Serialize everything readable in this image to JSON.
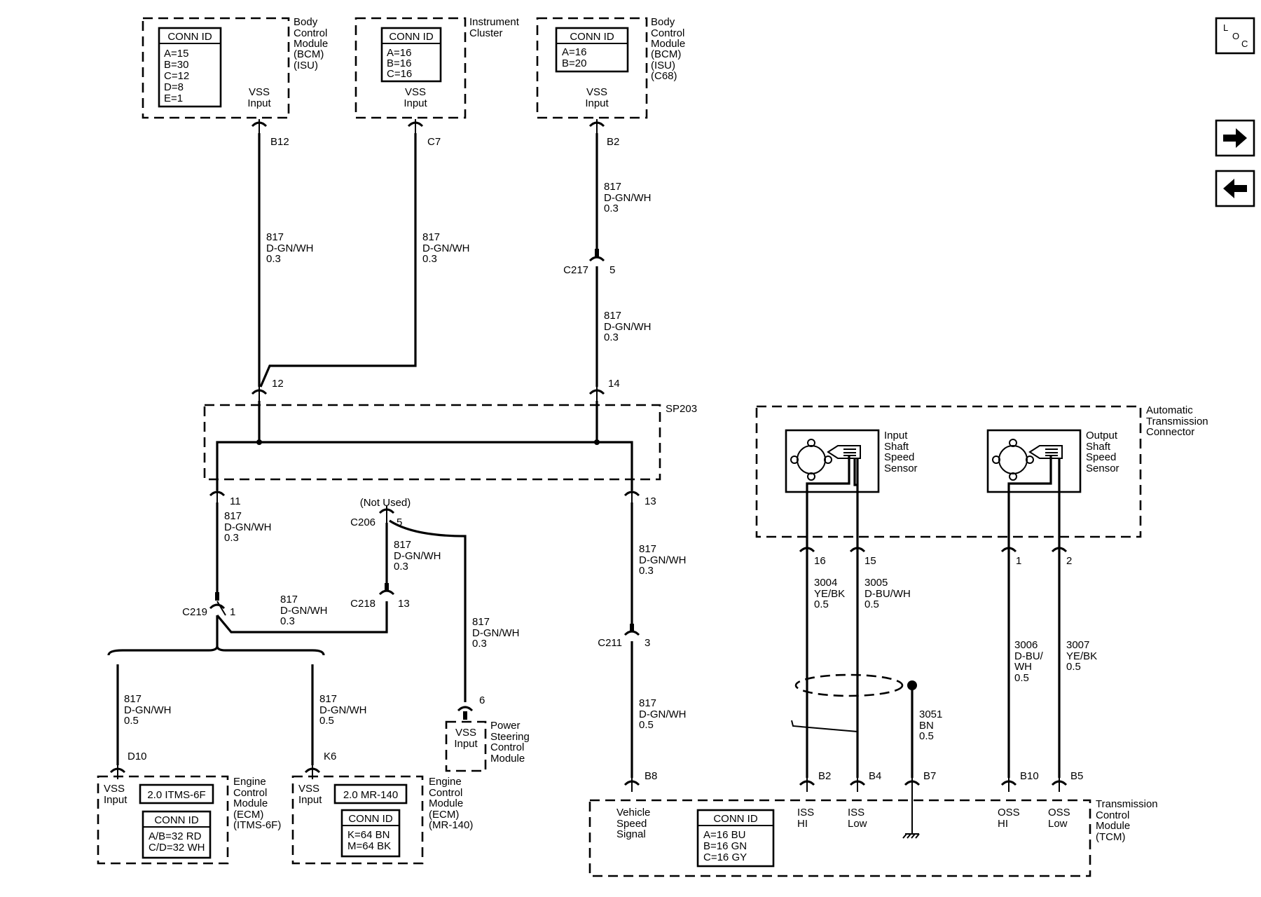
{
  "nav": {
    "loc": "LOC",
    "loc_l": "L",
    "loc_o": "O",
    "loc_c": "C",
    "forward": "→",
    "back": "←"
  },
  "modules": {
    "bcm_isu": {
      "name": [
        "Body",
        "Control",
        "Module",
        "(BCM)",
        "(ISU)"
      ],
      "conn_title": "CONN ID",
      "conn": [
        "A=15",
        "B=30",
        "C=12",
        "D=8",
        "E=1"
      ],
      "input": [
        "VSS",
        "Input"
      ],
      "pin": "B12"
    },
    "cluster": {
      "name": [
        "Instrument",
        "Cluster"
      ],
      "conn_title": "CONN ID",
      "conn": [
        "A=16",
        "B=16",
        "C=16"
      ],
      "input": [
        "VSS",
        "Input"
      ],
      "pin": "C7"
    },
    "bcm_c68": {
      "name": [
        "Body",
        "Control",
        "Module",
        "(BCM)",
        "(ISU)",
        "(C68)"
      ],
      "conn_title": "CONN ID",
      "conn": [
        "A=16",
        "B=20"
      ],
      "input": [
        "VSS",
        "Input"
      ],
      "pin": "B2"
    },
    "ecm_itms": {
      "name": [
        "Engine",
        "Control",
        "Module",
        "(ECM)",
        "(ITMS-6F)"
      ],
      "engine_label": "2.0 ITMS-6F",
      "conn_title": "CONN ID",
      "conn": [
        "A/B=32 RD",
        "C/D=32 WH"
      ],
      "input": [
        "VSS",
        "Input"
      ],
      "pin": "D10"
    },
    "ecm_mr": {
      "name": [
        "Engine",
        "Control",
        "Module",
        "(ECM)",
        "(MR-140)"
      ],
      "engine_label": "2.0 MR-140",
      "conn_title": "CONN ID",
      "conn": [
        "K=64 BN",
        "M=64 BK"
      ],
      "input": [
        "VSS",
        "Input"
      ],
      "pin": "K6"
    },
    "pscm": {
      "name": [
        "Power",
        "Steering",
        "Control",
        "Module"
      ],
      "input": [
        "VSS",
        "Input"
      ],
      "pin": "6"
    },
    "tcm": {
      "name": [
        "Transmission",
        "Control",
        "Module",
        "(TCM)"
      ],
      "conn_title": "CONN ID",
      "conn": [
        "A=16 BU",
        "B=16 GN",
        "C=16 GY"
      ]
    },
    "atc": {
      "name": [
        "Automatic",
        "Transmission",
        "Connector"
      ]
    }
  },
  "sensors": {
    "iss": {
      "name": [
        "Input",
        "Shaft",
        "Speed",
        "Sensor"
      ]
    },
    "oss": {
      "name": [
        "Output",
        "Shaft",
        "Speed",
        "Sensor"
      ]
    }
  },
  "splice": {
    "name": "SP203",
    "pins": {
      "p12": "12",
      "p14": "14",
      "p11": "11",
      "p13": "13"
    }
  },
  "connectors": {
    "c217": {
      "name": "C217",
      "pin": "5"
    },
    "c206": {
      "name": "C206",
      "pin": "5",
      "note": "(Not Used)"
    },
    "c218": {
      "name": "C218",
      "pin": "13"
    },
    "c219": {
      "name": "C219",
      "pin": "1"
    },
    "c211": {
      "name": "C211",
      "pin": "3"
    }
  },
  "wires": {
    "bcm_isu": [
      "817",
      "D-GN/WH",
      "0.3"
    ],
    "cluster": [
      "817",
      "D-GN/WH",
      "0.3"
    ],
    "bcm_c68": [
      "817",
      "D-GN/WH",
      "0.3"
    ],
    "c217_sp": [
      "817",
      "D-GN/WH",
      "0.3"
    ],
    "sp_c219": [
      "817",
      "D-GN/WH",
      "0.3"
    ],
    "c206_c218": [
      "817",
      "D-GN/WH",
      "0.3"
    ],
    "c219_c218": [
      "817",
      "D-GN/WH",
      "0.3"
    ],
    "c206_pscm": [
      "817",
      "D-GN/WH",
      "0.3"
    ],
    "sp_c211": [
      "817",
      "D-GN/WH",
      "0.3"
    ],
    "c211_tcm": [
      "817",
      "D-GN/WH",
      "0.5"
    ],
    "ecm_itms": [
      "817",
      "D-GN/WH",
      "0.5"
    ],
    "ecm_mr": [
      "817",
      "D-GN/WH",
      "0.5"
    ],
    "iss_hi": [
      "3004",
      "YE/BK",
      "0.5"
    ],
    "iss_low": [
      "3005",
      "D-BU/WH",
      "0.5"
    ],
    "oss_hi": [
      "3006",
      "D-BU/",
      "WH",
      "0.5"
    ],
    "oss_low": [
      "3007",
      "YE/BK",
      "0.5"
    ],
    "drain": [
      "3051",
      "BN",
      "0.5"
    ]
  },
  "tcm_pins": {
    "vss": {
      "pin": "B8",
      "label": [
        "Vehicle",
        "Speed",
        "Signal"
      ]
    },
    "iss_hi": {
      "pin": "B2",
      "label": [
        "ISS",
        "HI"
      ]
    },
    "iss_low": {
      "pin": "B4",
      "label": [
        "ISS",
        "Low"
      ]
    },
    "drain": {
      "pin": "B7"
    },
    "oss_hi": {
      "pin": "B10",
      "label": [
        "OSS",
        "HI"
      ]
    },
    "oss_low": {
      "pin": "B5",
      "label": [
        "OSS",
        "Low"
      ]
    }
  },
  "atc_pins": {
    "iss_hi": "16",
    "iss_low": "15",
    "oss_hi": "1",
    "oss_low": "2"
  }
}
